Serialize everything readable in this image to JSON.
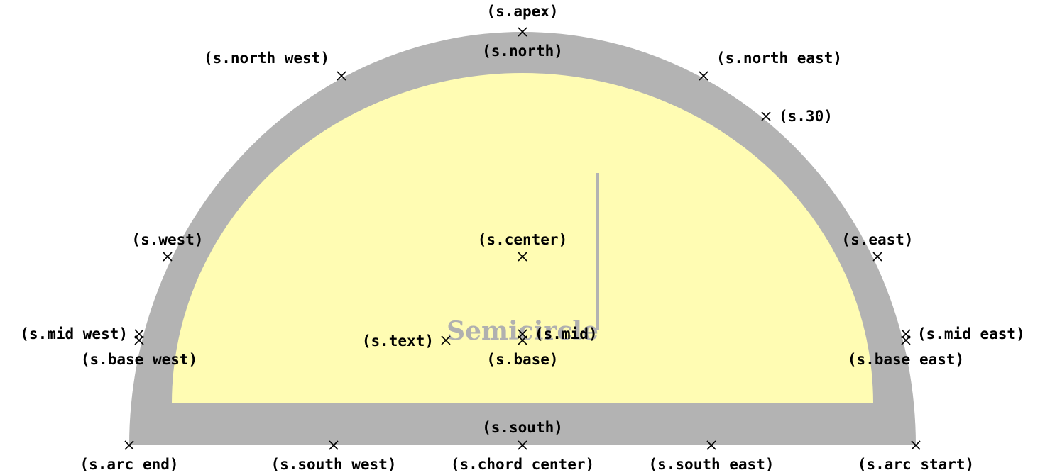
{
  "shape_name": "Semicircle",
  "colors": {
    "outer": "#b3b3b3",
    "inner": "#fffcb3",
    "text": "#b3b3b3",
    "marker": "#000000"
  },
  "anchors": {
    "apex": "(s.apex)",
    "north": "(s.north)",
    "north_west": "(s.north west)",
    "north_east": "(s.north east)",
    "a30": "(s.30)",
    "west": "(s.west)",
    "east": "(s.east)",
    "center": "(s.center)",
    "mid_west": "(s.mid west)",
    "mid_east": "(s.mid east)",
    "base_west": "(s.base west)",
    "base_east": "(s.base east)",
    "text": "(s.text)",
    "mid": "(s.mid)",
    "base": "(s.base)",
    "south": "(s.south)",
    "arc_end": "(s.arc end)",
    "south_west": "(s.south west)",
    "chord_center": "(s.chord center)",
    "south_east": "(s.south east)",
    "arc_start": "(s.arc start)"
  },
  "markers": [
    "apex",
    "north-west",
    "north-east",
    "30",
    "west",
    "east",
    "center",
    "mid-west",
    "base-west",
    "text",
    "mid",
    "base",
    "mid-east",
    "base-east",
    "arc-end",
    "south-west",
    "chord-center",
    "south-east",
    "arc-start"
  ]
}
